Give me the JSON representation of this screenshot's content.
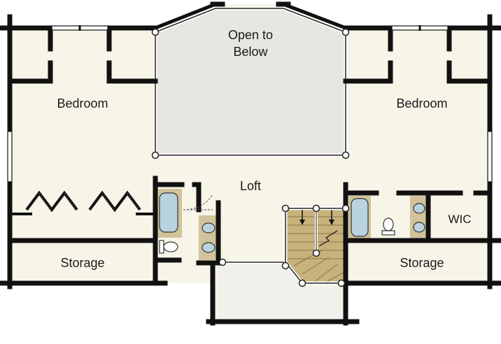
{
  "rooms": {
    "open_to_below_line1": "Open to",
    "open_to_below_line2": "Below",
    "bedroom_left": "Bedroom",
    "bedroom_right": "Bedroom",
    "loft": "Loft",
    "storage_left": "Storage",
    "storage_right": "Storage",
    "wic": "WIC"
  },
  "colors": {
    "floor": "#f7f4e8",
    "open_to_below": "#e8e6e0",
    "wet_room": "#d2c39a",
    "stair": "#c8b27c",
    "wall": "#111111",
    "window": "#ffffff"
  }
}
